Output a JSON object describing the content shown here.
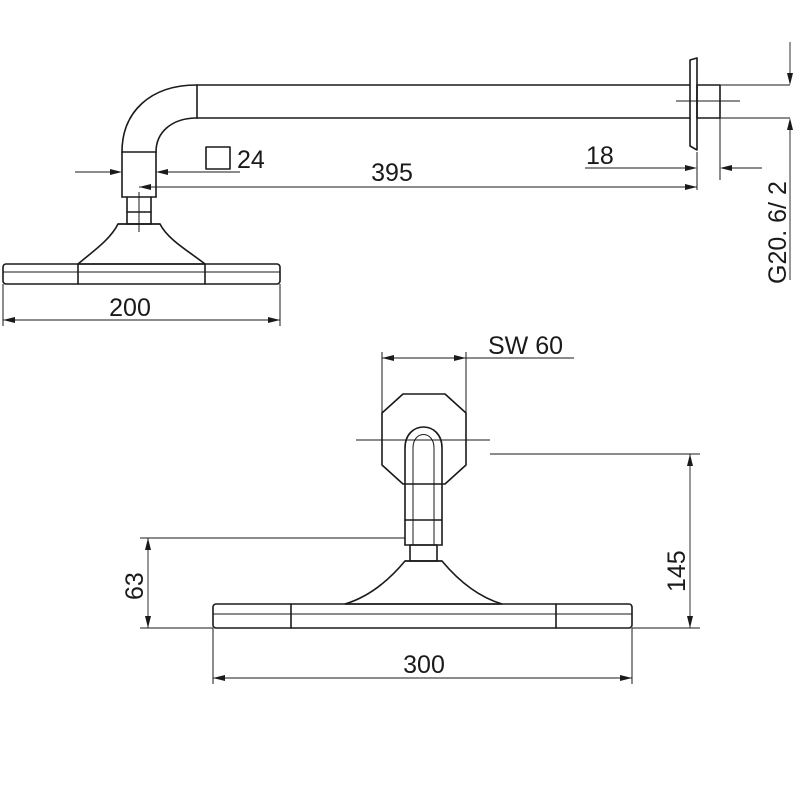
{
  "dimensions": {
    "arm_square": "24",
    "arm_length": "395",
    "flange": "18",
    "thread": "G20. 6/ 2",
    "small_head_width": "200",
    "wrench_size": "SW 60",
    "drop_height": "145",
    "head_height": "63",
    "large_head_width": "300"
  }
}
